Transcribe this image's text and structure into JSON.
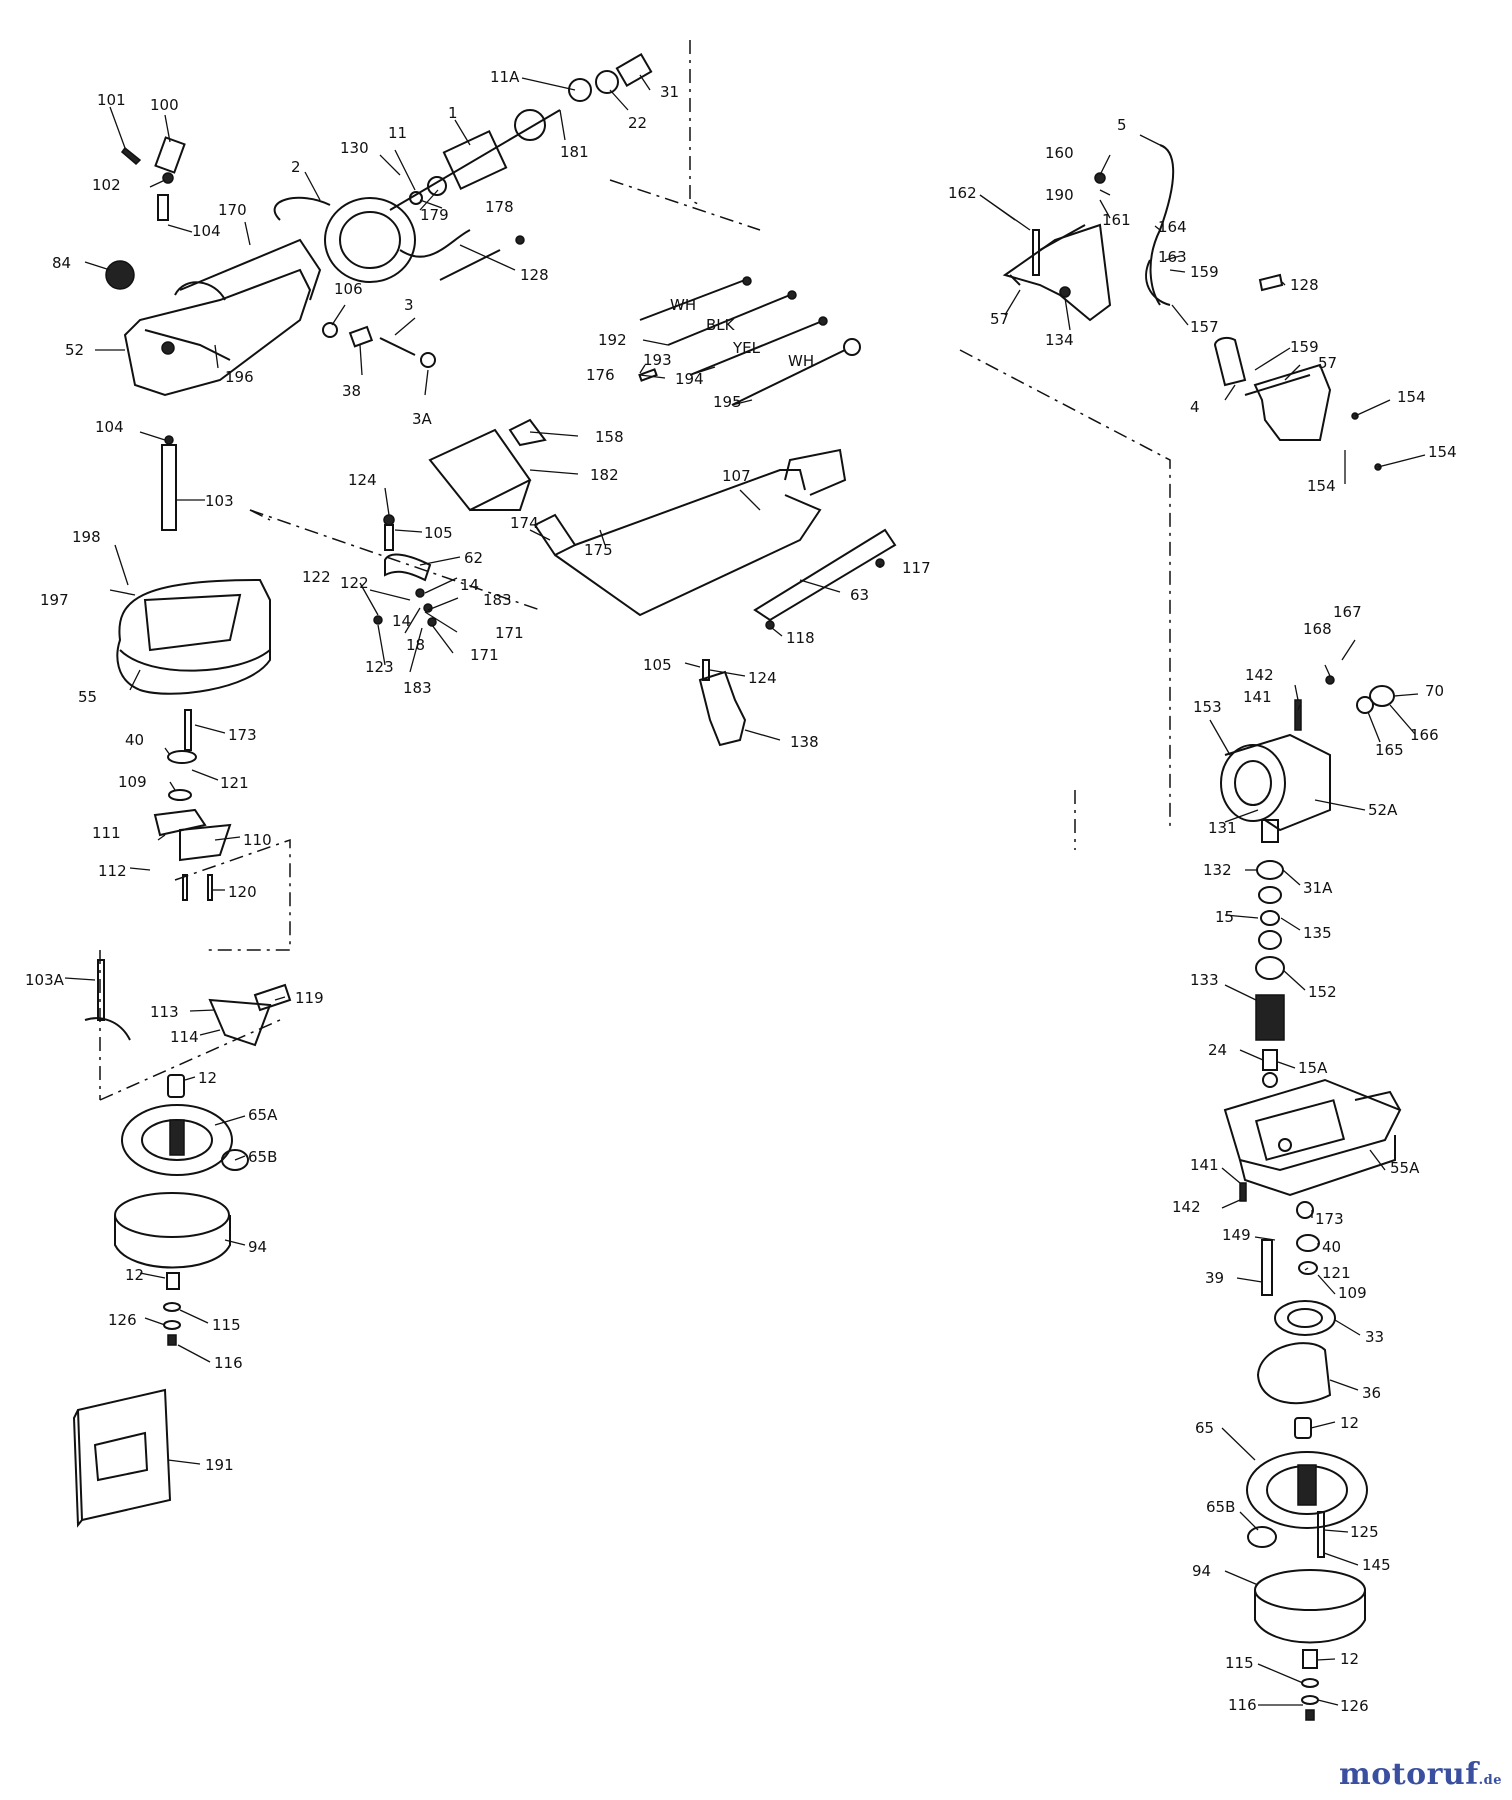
{
  "labels": {
    "l101": "101",
    "l100": "100",
    "l102": "102",
    "l104a": "104",
    "l84": "84",
    "l170": "170",
    "l52": "52",
    "l196": "196",
    "l2": "2",
    "l130": "130",
    "l11": "11",
    "l1": "1",
    "l11A": "11A",
    "l22": "22",
    "l31": "31",
    "l181": "181",
    "l179": "179",
    "l178": "178",
    "l128a": "128",
    "l106": "106",
    "l3": "3",
    "l38": "38",
    "l3A": "3A",
    "l104b": "104",
    "l103": "103",
    "l198": "198",
    "l197": "197",
    "l55": "55",
    "l173a": "173",
    "l40a": "40",
    "l121a": "121",
    "l109a": "109",
    "l111": "111",
    "l110": "110",
    "l112": "112",
    "l120": "120",
    "l103A": "103A",
    "l113": "113",
    "l119": "119",
    "l114": "114",
    "l12a": "12",
    "l65A": "65A",
    "l65Ba": "65B",
    "l94a": "94",
    "l12b": "12",
    "l126a": "126",
    "l115a": "115",
    "l116a": "116",
    "l191": "191",
    "lWH1": "WH",
    "lBLK": "BLK",
    "lYEL": "YEL",
    "lWH2": "WH",
    "l192": "192",
    "l193": "193",
    "l194": "194",
    "l195": "195",
    "l176": "176",
    "l158": "158",
    "l182": "182",
    "l124a": "124",
    "l105a": "105",
    "l62": "62",
    "l122a": "122",
    "l122b": "122",
    "l14a": "14",
    "l14b": "14",
    "l183a": "183",
    "l171a": "171",
    "l171b": "171",
    "l18": "18",
    "l123": "123",
    "l183b": "183",
    "l174": "174",
    "l175": "175",
    "l107": "107",
    "l117": "117",
    "l63": "63",
    "l118": "118",
    "l105b": "105",
    "l124b": "124",
    "l138": "138",
    "l5": "5",
    "l160": "160",
    "l162": "162",
    "l190": "190",
    "l161": "161",
    "l164": "164",
    "l163": "163",
    "l159a": "159",
    "l128b": "128",
    "l57a": "57",
    "l134": "134",
    "l157": "157",
    "l159b": "159",
    "l57b": "57",
    "l4": "4",
    "l154a": "154",
    "l154b": "154",
    "l154c": "154",
    "l167": "167",
    "l168": "168",
    "l142a": "142",
    "l141a": "141",
    "l70": "70",
    "l153": "153",
    "l166": "166",
    "l165": "165",
    "l131": "131",
    "l52A": "52A",
    "l132": "132",
    "l31A": "31A",
    "l15": "15",
    "l135": "135",
    "l152": "152",
    "l133": "133",
    "l24": "24",
    "l15A": "15A",
    "l55A": "55A",
    "l141b": "141",
    "l142b": "142",
    "l173b": "173",
    "l149": "149",
    "l40b": "40",
    "l121b": "121",
    "l39": "39",
    "l109b": "109",
    "l33": "33",
    "l36": "36",
    "l12c": "12",
    "l65": "65",
    "l65Bb": "65B",
    "l125": "125",
    "l145": "145",
    "l94b": "94",
    "l115b": "115",
    "l12d": "12",
    "l116b": "116",
    "l126b": "126"
  },
  "watermark": {
    "brand": "motoruf",
    "suffix": ".de",
    "color": "#3a4fa0"
  }
}
